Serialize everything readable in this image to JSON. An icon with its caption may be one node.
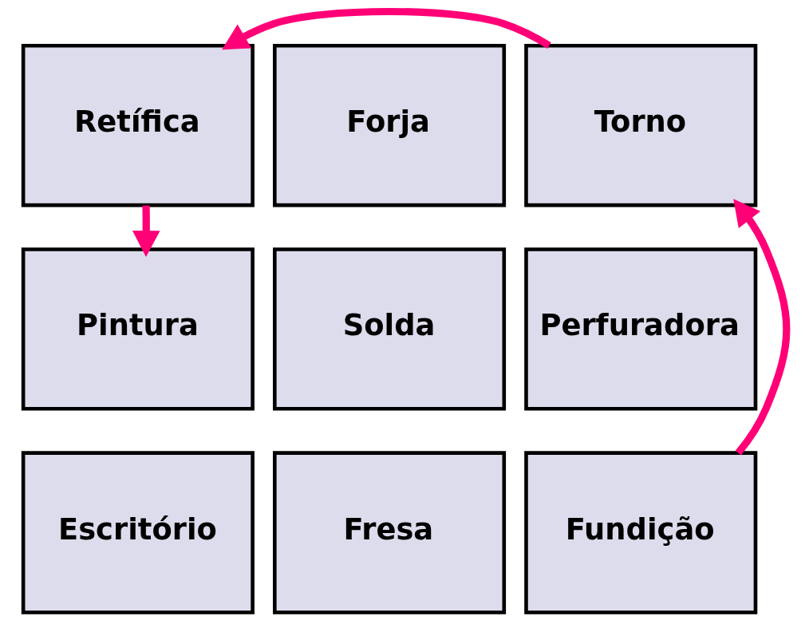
{
  "diagram": {
    "nodes": [
      {
        "text": [
          "Retífica"
        ]
      },
      {
        "text": [
          "Forja"
        ]
      },
      {
        "text": [
          "Torno"
        ]
      },
      {
        "text": [
          "Pintura"
        ]
      },
      {
        "text": [
          "Solda"
        ]
      },
      {
        "text": [
          "Perfuradora"
        ]
      },
      {
        "text": [
          "Escritório"
        ]
      },
      {
        "text": [
          "Fresa"
        ]
      },
      {
        "text": [
          "Fundição"
        ]
      }
    ],
    "edges": [
      {
        "from": 8,
        "to": 2,
        "arrow": "to"
      },
      {
        "from": 2,
        "to": 0,
        "arrow": "to"
      },
      {
        "from": 0,
        "to": 3,
        "arrow": "to"
      }
    ]
  }
}
